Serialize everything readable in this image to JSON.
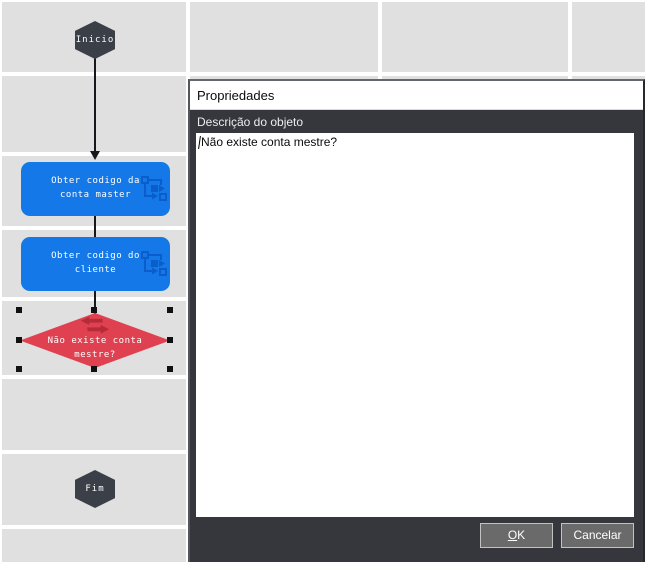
{
  "canvas": {
    "nodes": [
      {
        "id": "inicio",
        "type": "start",
        "label": "Inicio"
      },
      {
        "id": "obter-master",
        "type": "task",
        "label": "Obter codigo da conta master"
      },
      {
        "id": "obter-cliente",
        "type": "task",
        "label": "Obter codigo do cliente"
      },
      {
        "id": "decisao",
        "type": "decision",
        "label": "Não existe conta mestre?"
      },
      {
        "id": "fim",
        "type": "end",
        "label": "Fim"
      }
    ],
    "icons": {
      "task": "subprocess-flow-icon",
      "decision": "swap-arrows-icon"
    },
    "colors": {
      "task_blue": "#1478e8",
      "task_icon_blue": "#0b5ec9",
      "decision_red": "#e04150",
      "decision_icon_red": "#b52c38",
      "terminal_dark": "#3a3f48",
      "cell_gray": "#e0e0e0"
    }
  },
  "dialog": {
    "title": "Propriedades",
    "field_label": "Descrição do objeto",
    "field_value": "Não existe conta mestre?",
    "buttons": {
      "ok": {
        "accel": "O",
        "rest": "K"
      },
      "cancel": "Cancelar"
    },
    "colors": {
      "body": "#36373d",
      "button": "#6a6a6a"
    }
  }
}
